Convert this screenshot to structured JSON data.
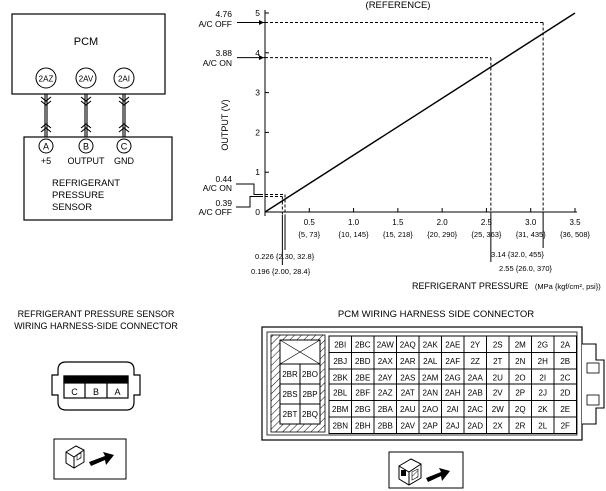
{
  "wiring": {
    "pcm_label": "PCM",
    "pcm_terminals": [
      "2AZ",
      "2AV",
      "2AI"
    ],
    "sensor_terminals": [
      "A",
      "B",
      "C"
    ],
    "sensor_terminal_labels": [
      "+5",
      "OUTPUT",
      "GND"
    ],
    "sensor_name": [
      "REFRIGERANT",
      "PRESSURE",
      "SENSOR"
    ]
  },
  "chart_data": {
    "type": "line",
    "title": "(REFERENCE)",
    "xlabel": "REFRIGERANT PRESSURE",
    "xlabel_units": "(MPa {kgf/cm², psi})",
    "ylabel": "OUTPUT (V)",
    "xlim": [
      0,
      3.5
    ],
    "ylim": [
      0,
      5
    ],
    "y_ticks": [
      "0",
      "1",
      "2",
      "3",
      "4",
      "5"
    ],
    "x_ticks": [
      {
        "x": 0.5,
        "value": "0.5",
        "alt": "{5, 73}"
      },
      {
        "x": 1.0,
        "value": "1.0",
        "alt": "{10, 145}"
      },
      {
        "x": 1.5,
        "value": "1.5",
        "alt": "{15, 218}"
      },
      {
        "x": 2.0,
        "value": "2.0",
        "alt": "{20, 290}"
      },
      {
        "x": 2.5,
        "value": "2.5",
        "alt": "{25, 363}"
      },
      {
        "x": 3.0,
        "value": "3.0",
        "alt": "{31, 435}"
      },
      {
        "x": 3.5,
        "value": "3.5",
        "alt": "{36, 508}"
      }
    ],
    "series": [
      {
        "x": [
          0.0,
          3.5
        ],
        "y": [
          0.0,
          5.0
        ]
      }
    ],
    "reference_points": [
      {
        "x": 0.196,
        "y": 0.39,
        "v_label": "0.39",
        "v_text": "A/C OFF",
        "p_label": "0.196 {2.00, 28.4}"
      },
      {
        "x": 0.226,
        "y": 0.44,
        "v_label": "0.44",
        "v_text": "A/C ON",
        "p_label": "0.226 {2.30, 32.8}"
      },
      {
        "x": 2.55,
        "y": 3.88,
        "v_label": "3.88",
        "v_text": "A/C ON",
        "p_label": "2.55 {26.0, 370}"
      },
      {
        "x": 3.14,
        "y": 4.76,
        "v_label": "4.76",
        "v_text": "A/C OFF",
        "p_label": "3.14 {32.0, 455}"
      }
    ]
  },
  "sensor_connector": {
    "title_lines": [
      "REFRIGERANT PRESSURE SENSOR",
      "WIRING HARNESS-SIDE CONNECTOR"
    ],
    "pins": [
      "C",
      "B",
      "A"
    ]
  },
  "pcm_connector": {
    "title": "PCM WIRING HARNESS SIDE CONNECTOR",
    "left_pins": [
      "2BR",
      "2BO",
      "2BS",
      "2BP",
      "2BT",
      "2BQ"
    ],
    "rows_top": [
      [
        "2BI",
        "2BC",
        "2AW",
        "2AQ",
        "2AK",
        "2AE",
        "2Y",
        "2S",
        "2M",
        "2G",
        "2A"
      ],
      [
        "2BJ",
        "2BD",
        "2AX",
        "2AR",
        "2AL",
        "2AF",
        "2Z",
        "2T",
        "2N",
        "2H",
        "2B"
      ],
      [
        "2BK",
        "2BE",
        "2AY",
        "2AS",
        "2AM",
        "2AG",
        "2AA",
        "2U",
        "2O",
        "2I",
        "2C"
      ]
    ],
    "rows_bottom": [
      [
        "2BL",
        "2BF",
        "2AZ",
        "2AT",
        "2AN",
        "2AH",
        "2AB",
        "2V",
        "2P",
        "2J",
        "2D"
      ],
      [
        "2BM",
        "2BG",
        "2BA",
        "2AU",
        "2AO",
        "2AI",
        "2AC",
        "2W",
        "2Q",
        "2K",
        "2E"
      ],
      [
        "2BN",
        "2BH",
        "2BB",
        "2AV",
        "2AP",
        "2AJ",
        "2AD",
        "2X",
        "2R",
        "2L",
        "2F"
      ]
    ]
  }
}
